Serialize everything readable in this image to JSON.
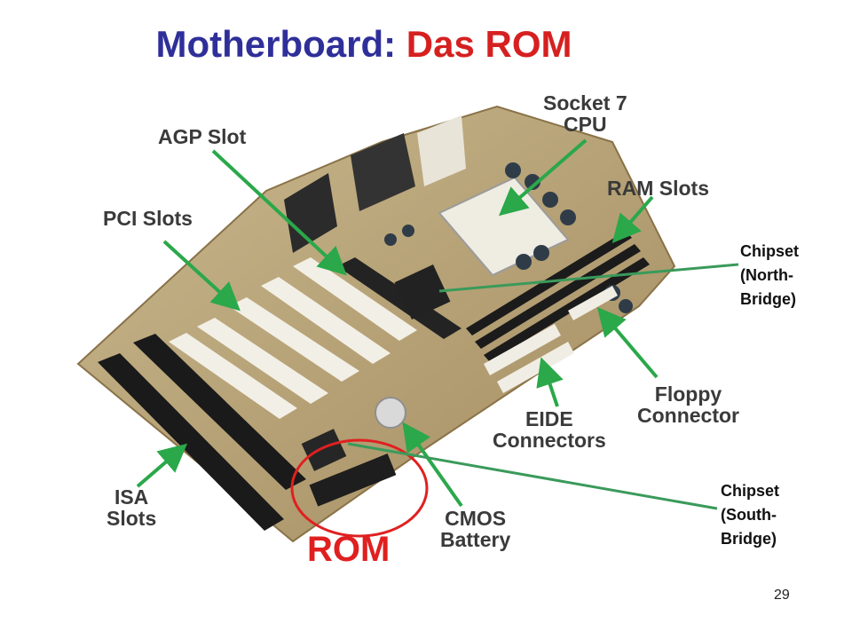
{
  "slide": {
    "title_main": "Motherboard: ",
    "title_highlight": "Das ROM",
    "page_number": "29"
  },
  "labels": {
    "agp": "AGP Slot",
    "pci": "PCI Slots",
    "socket": "Socket 7\nCPU",
    "ram": "RAM Slots",
    "floppy": "Floppy\nConnector",
    "eide": "EIDE\nConnectors",
    "cmos": "CMOS\nBattery",
    "isa": "ISA\nSlots",
    "north": "Chipset\n(North-\nBridge)",
    "south": "Chipset\n(South-\nBridge)",
    "rom": "ROM"
  },
  "colors": {
    "title": "#2f2f9a",
    "highlight": "#d62020",
    "arrow": "#2aa84a",
    "pointer": "#3a9a5a",
    "rom_circle": "#e02020"
  }
}
